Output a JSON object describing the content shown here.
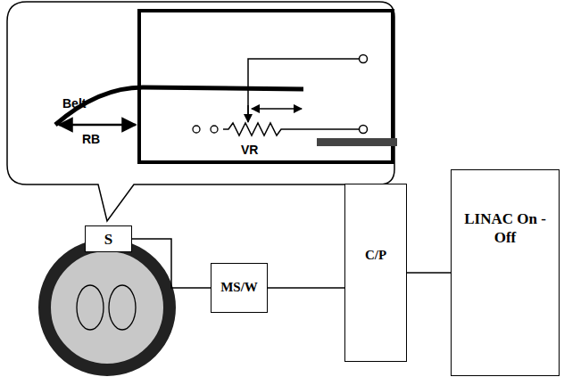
{
  "diagram": {
    "nodes": [
      {
        "text": [
          "S"
        ]
      },
      {
        "text": [
          "MS/W"
        ]
      },
      {
        "text": [
          "C/P"
        ]
      },
      {
        "text": [
          "LINAC On -Off"
        ]
      }
    ],
    "edges": [
      {
        "from": 0,
        "to": 1,
        "arrow": "none"
      },
      {
        "from": 1,
        "to": 2,
        "arrow": "none"
      },
      {
        "from": 2,
        "to": 3,
        "arrow": "none"
      }
    ],
    "labels": [
      "Belt",
      "RB",
      "VR"
    ]
  }
}
